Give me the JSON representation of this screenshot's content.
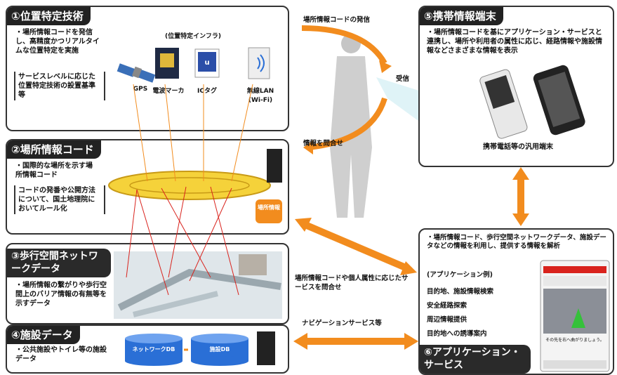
{
  "panel1": {
    "title": "①位置特定技術",
    "desc": "・場所情報コードを発信し、高精度かつリアルタイムな位置特定を実施",
    "note": "サービスレベルに応じた位置特定技術の設置基準等",
    "infra_label": "(位置特定インフラ)",
    "items": [
      "GPS",
      "電波マーカ",
      "ICタグ",
      "無線LAN"
    ],
    "wifi_sub": "(Wi-Fi)"
  },
  "panel2": {
    "title": "②場所情報コード",
    "desc": "・国際的な場所を示す場所情報コード",
    "note": "コードの発番や公開方法について、国土地理院においてルール化",
    "server_label": "場所情報"
  },
  "panel3": {
    "title": "③歩行空間ネットワークデータ",
    "desc": "・場所情報の繋がりや歩行空間上のバリア情報の有無等を示すデータ"
  },
  "panel4": {
    "title": "④施設データ",
    "desc": "・公共施設やトイレ等の施設データ",
    "db1": "ネットワークDB",
    "db2": "施設DB"
  },
  "panel5": {
    "title": "⑤携帯情報端末",
    "desc": "・場所情報コードを基にアプリケーション・サービスと連携し、場所や利用者の属性に応じ、経路情報や施設情報などさまざまな情報を表示",
    "caption": "携帯電話等の汎用端末"
  },
  "panel6": {
    "title": "⑥アプリケーション・サービス",
    "desc": "・場所情報コード、歩行空間ネットワークデータ、施設データなどの情報を利用し、提供する情報を解析",
    "list_header": "(アプリケーション例)",
    "list": [
      "目的地、施設情報検索",
      "安全経路探索",
      "周辺情報提供",
      "目的地への誘導案内"
    ],
    "phone_caption": "その先を右へ曲がりましょう。"
  },
  "center": {
    "send_label": "場所情報コードの発信",
    "receive_label": "受信",
    "query_label": "情報を問合せ",
    "service_query_label": "場所情報コードや個人属性に応じたサービスを問合せ",
    "nav_label": "ナビゲーションサービス等"
  },
  "colors": {
    "orange": "#f28c1e",
    "yellow": "#f5d23a",
    "red_line": "#d9231d",
    "db_blue": "#2a6fd6",
    "panel_border": "#333333"
  }
}
